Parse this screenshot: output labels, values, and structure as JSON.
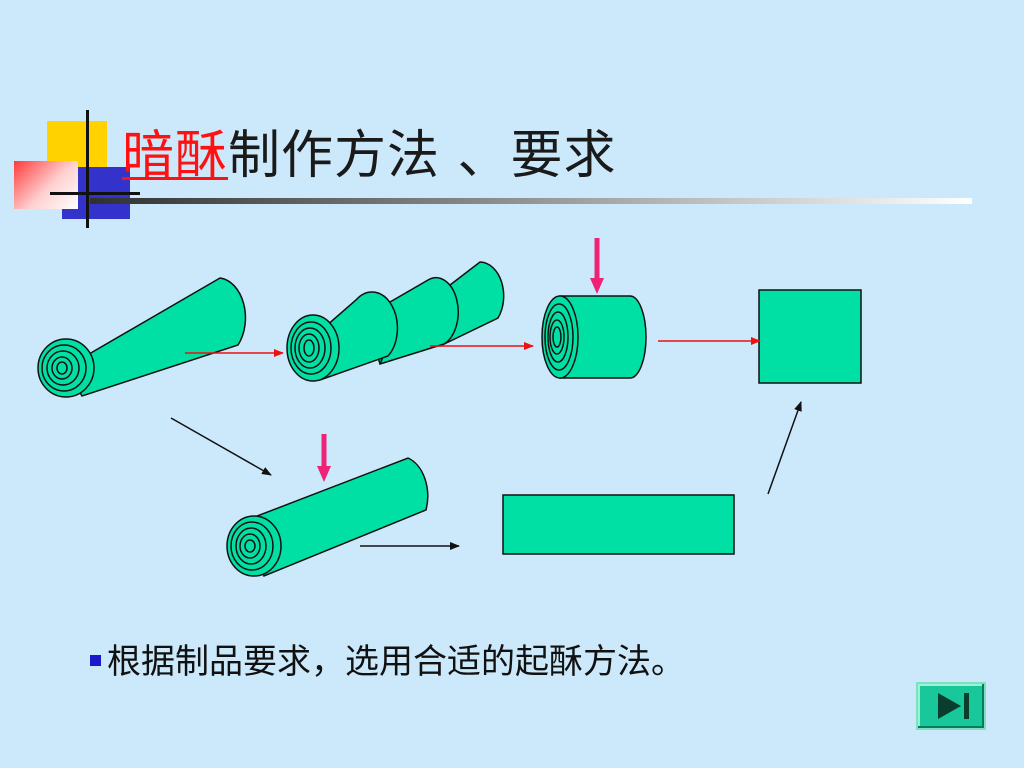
{
  "title": {
    "highlight": "暗酥",
    "rest": "制作方法 、要求"
  },
  "bullet": {
    "text": "根据制品要求，选用合适的起酥方法。"
  },
  "nav": {
    "next_icon": "skip-next-icon"
  },
  "colors": {
    "background": "#cce9fb",
    "dough": "#00e0a4",
    "title_highlight": "#ff1111",
    "red_arrow": "#ee1111",
    "pink_arrow": "#ee2277",
    "bullet_mark": "#1a1acc",
    "button": "#18c79a"
  }
}
